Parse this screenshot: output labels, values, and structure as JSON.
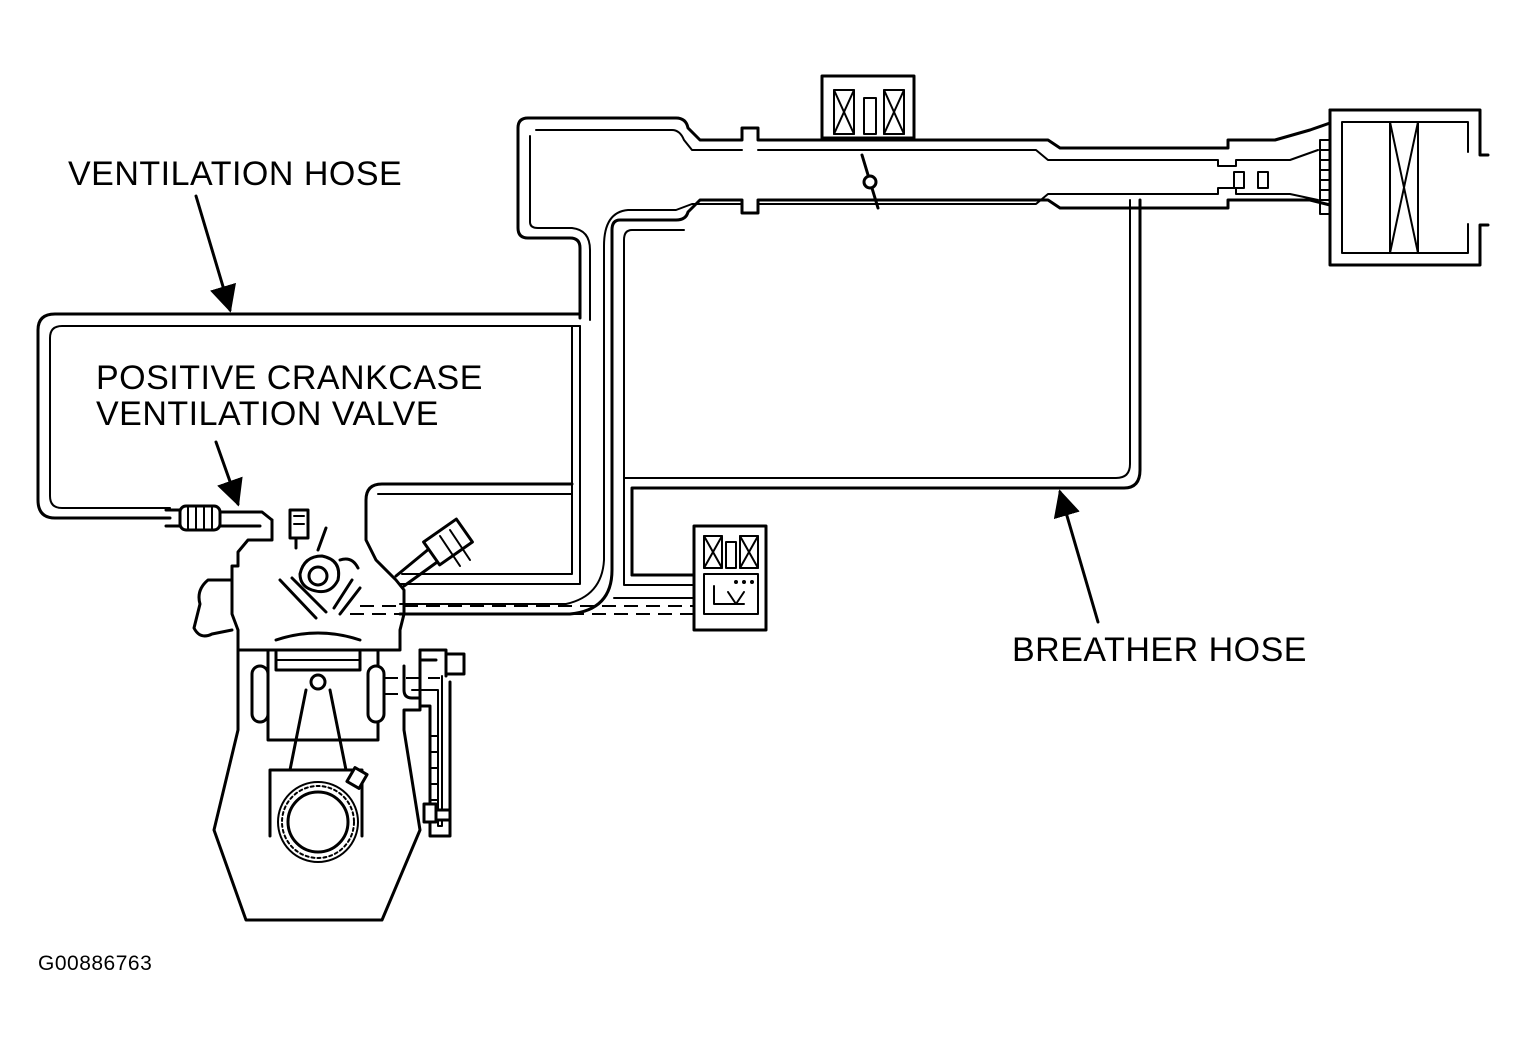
{
  "labels": {
    "ventilation_hose": "VENTILATION HOSE",
    "pcv_line1": "POSITIVE CRANKCASE",
    "pcv_line2": "VENTILATION VALVE",
    "breather_hose": "BREATHER HOSE"
  },
  "figure_id": "G00886763",
  "icons": [
    "throttle-body-icon",
    "air-cleaner-icon",
    "engine-cylinder-icon",
    "pcv-valve-icon",
    "sensor-block-icon"
  ]
}
